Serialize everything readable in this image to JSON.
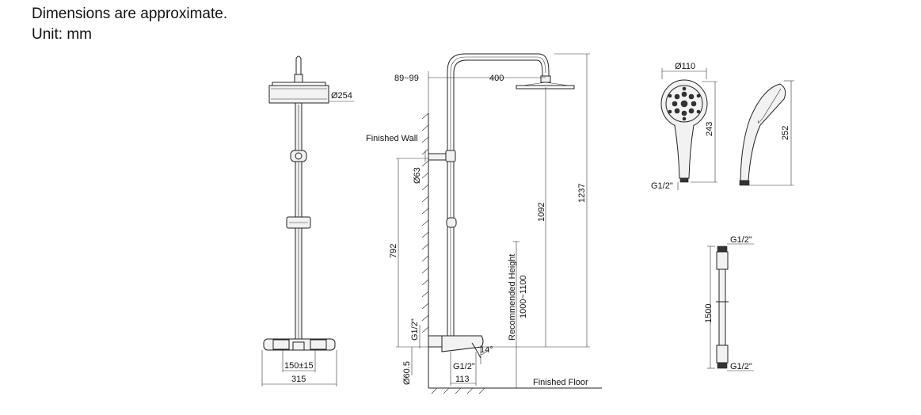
{
  "notes": {
    "line1": "Dimensions are approximate.",
    "line2": "Unit: mm"
  },
  "front_view": {
    "head_diameter": "Ø254",
    "inlet_spacing": "150±15",
    "mixer_width": "315"
  },
  "side_view": {
    "wall_offset": "89~99",
    "arm_reach": "400",
    "finished_wall": "Finished Wall",
    "bracket_diameter": "Ø63",
    "bracket_height": "792",
    "arm_height": "1092",
    "total_height": "1237",
    "recommended_height_label": "Recommended Height",
    "recommended_height_value": "1000~1100",
    "inlet_thread": "G1/2\"",
    "mixer_diameter": "Ø60.5",
    "outlet_thread": "G1/2\"",
    "spout_angle": "14°",
    "spout_reach": "113",
    "finished_floor": "Finished Floor"
  },
  "hand_shower": {
    "face_diameter": "Ø110",
    "length_front": "243",
    "length_side": "252",
    "thread": "G1/2\""
  },
  "hose": {
    "thread_top": "G1/2\"",
    "length": "1500",
    "thread_bottom": "G1/2\""
  }
}
